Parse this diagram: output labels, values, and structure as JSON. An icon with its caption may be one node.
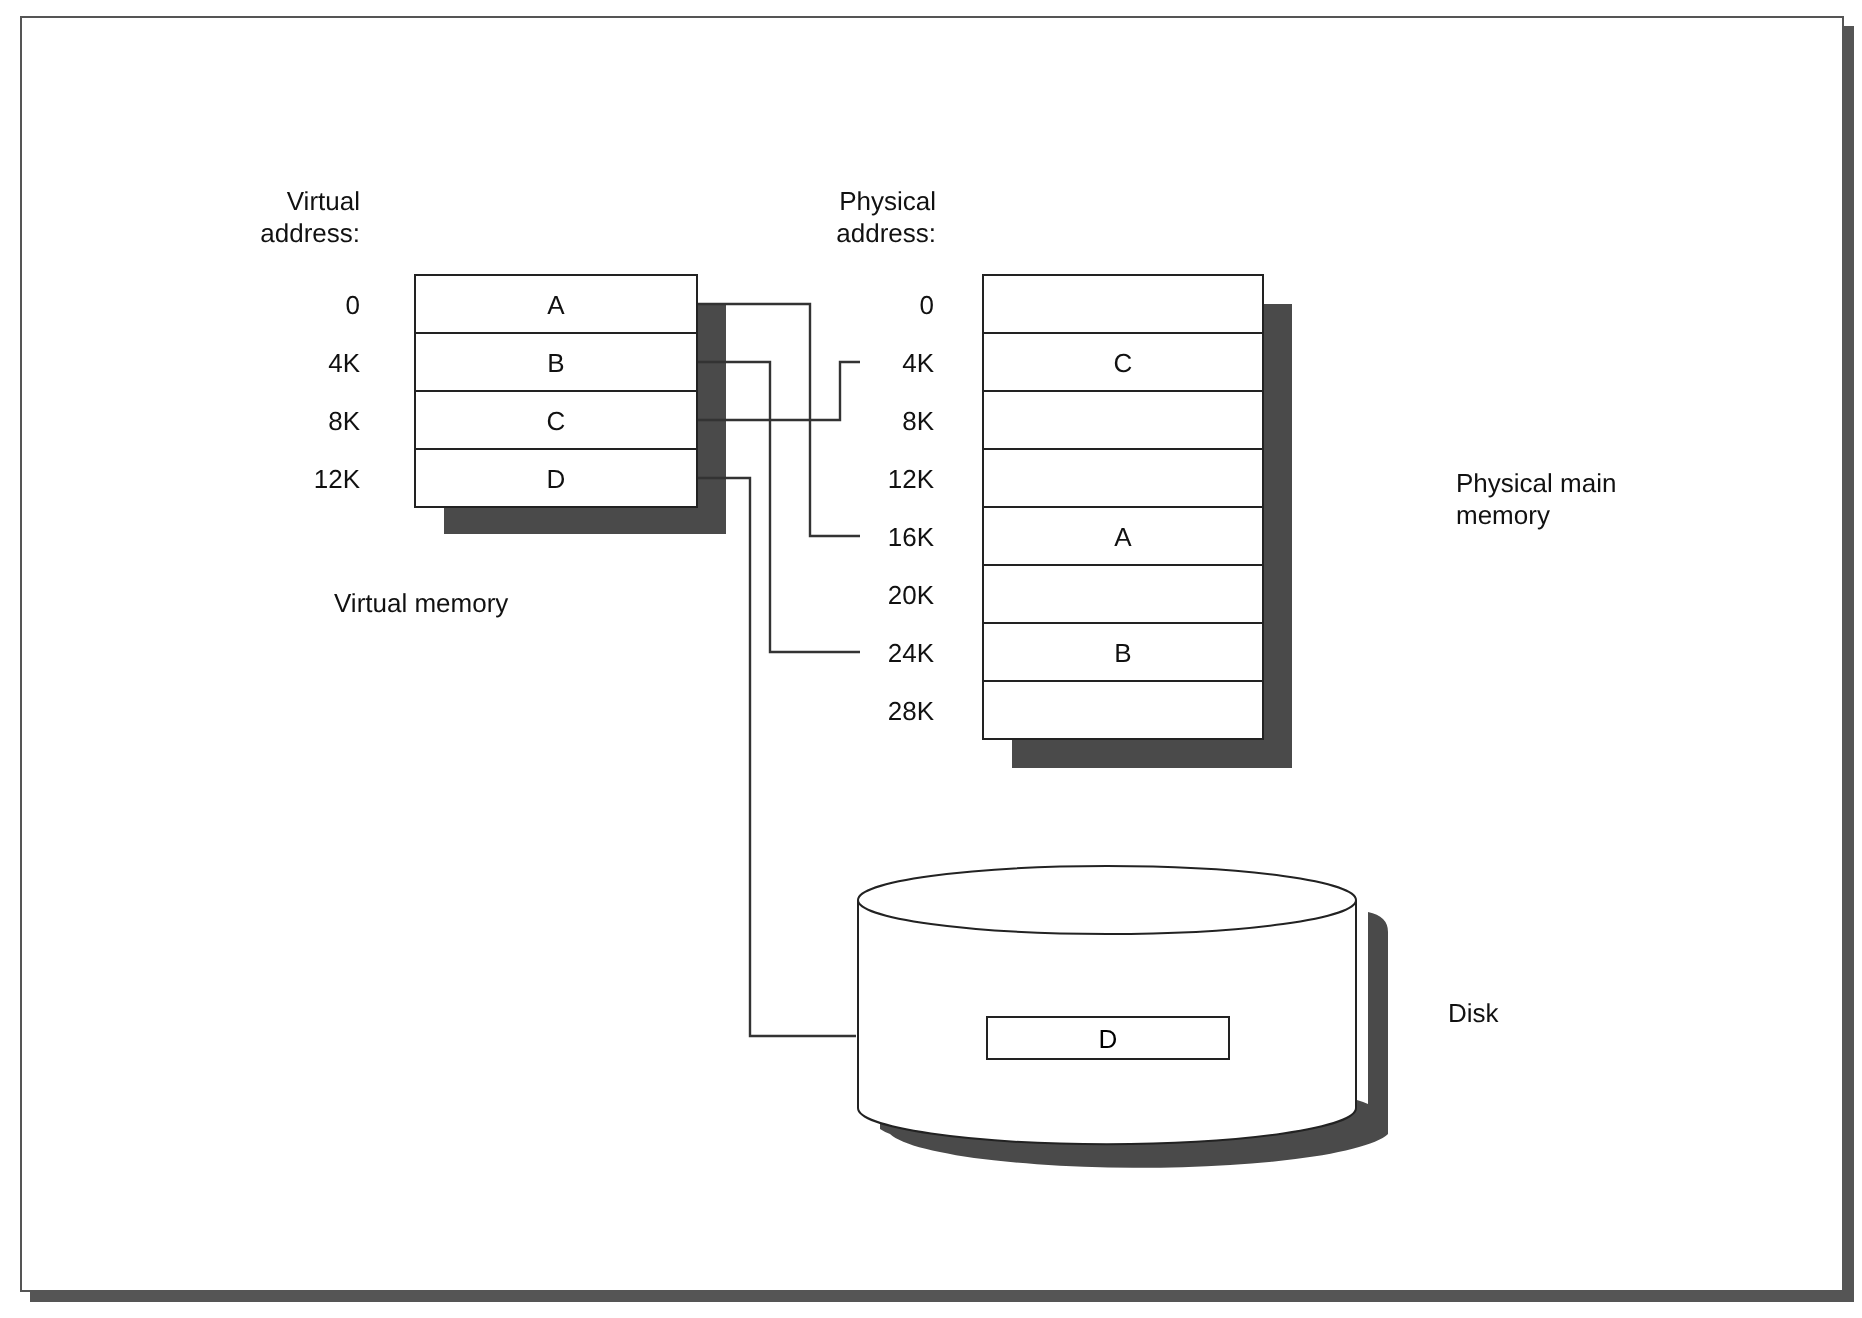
{
  "diagram": {
    "nodes": [
      {
        "text": [
          "A"
        ],
        "beside": [
          "0"
        ]
      },
      {
        "text": [
          "B"
        ],
        "beside": [
          "4K"
        ]
      },
      {
        "text": [
          "C"
        ],
        "beside": [
          "8K"
        ]
      },
      {
        "text": [
          "D"
        ],
        "beside": [
          "12K"
        ]
      },
      {
        "text": [],
        "shape": "box",
        "beside": [
          "0"
        ]
      },
      {
        "text": [
          "C"
        ],
        "beside": [
          "4K"
        ]
      },
      {
        "text": [],
        "shape": "box",
        "beside": [
          "8K"
        ]
      },
      {
        "text": [],
        "shape": "box",
        "beside": [
          "12K"
        ]
      },
      {
        "text": [
          "A"
        ],
        "beside": [
          "16K"
        ]
      },
      {
        "text": [],
        "shape": "box",
        "beside": [
          "20K"
        ]
      },
      {
        "text": [
          "B"
        ],
        "beside": [
          "24K"
        ]
      },
      {
        "text": [],
        "shape": "box",
        "beside": [
          "28K"
        ]
      },
      {
        "text": [],
        "shape": "cylinder",
        "beside": [
          "Disk"
        ]
      },
      {
        "text": [
          "D"
        ],
        "in": 12
      }
    ],
    "edges": [
      {
        "from": 0,
        "to": 8,
        "arrow": "none"
      },
      {
        "from": 1,
        "to": 10,
        "arrow": "none"
      },
      {
        "from": 2,
        "to": 5,
        "arrow": "none"
      },
      {
        "from": 3,
        "to": 12,
        "arrow": "none"
      }
    ],
    "labels": [
      "Virtual address:",
      "Physical address:",
      "Virtual memory",
      "Physical main memory"
    ]
  }
}
